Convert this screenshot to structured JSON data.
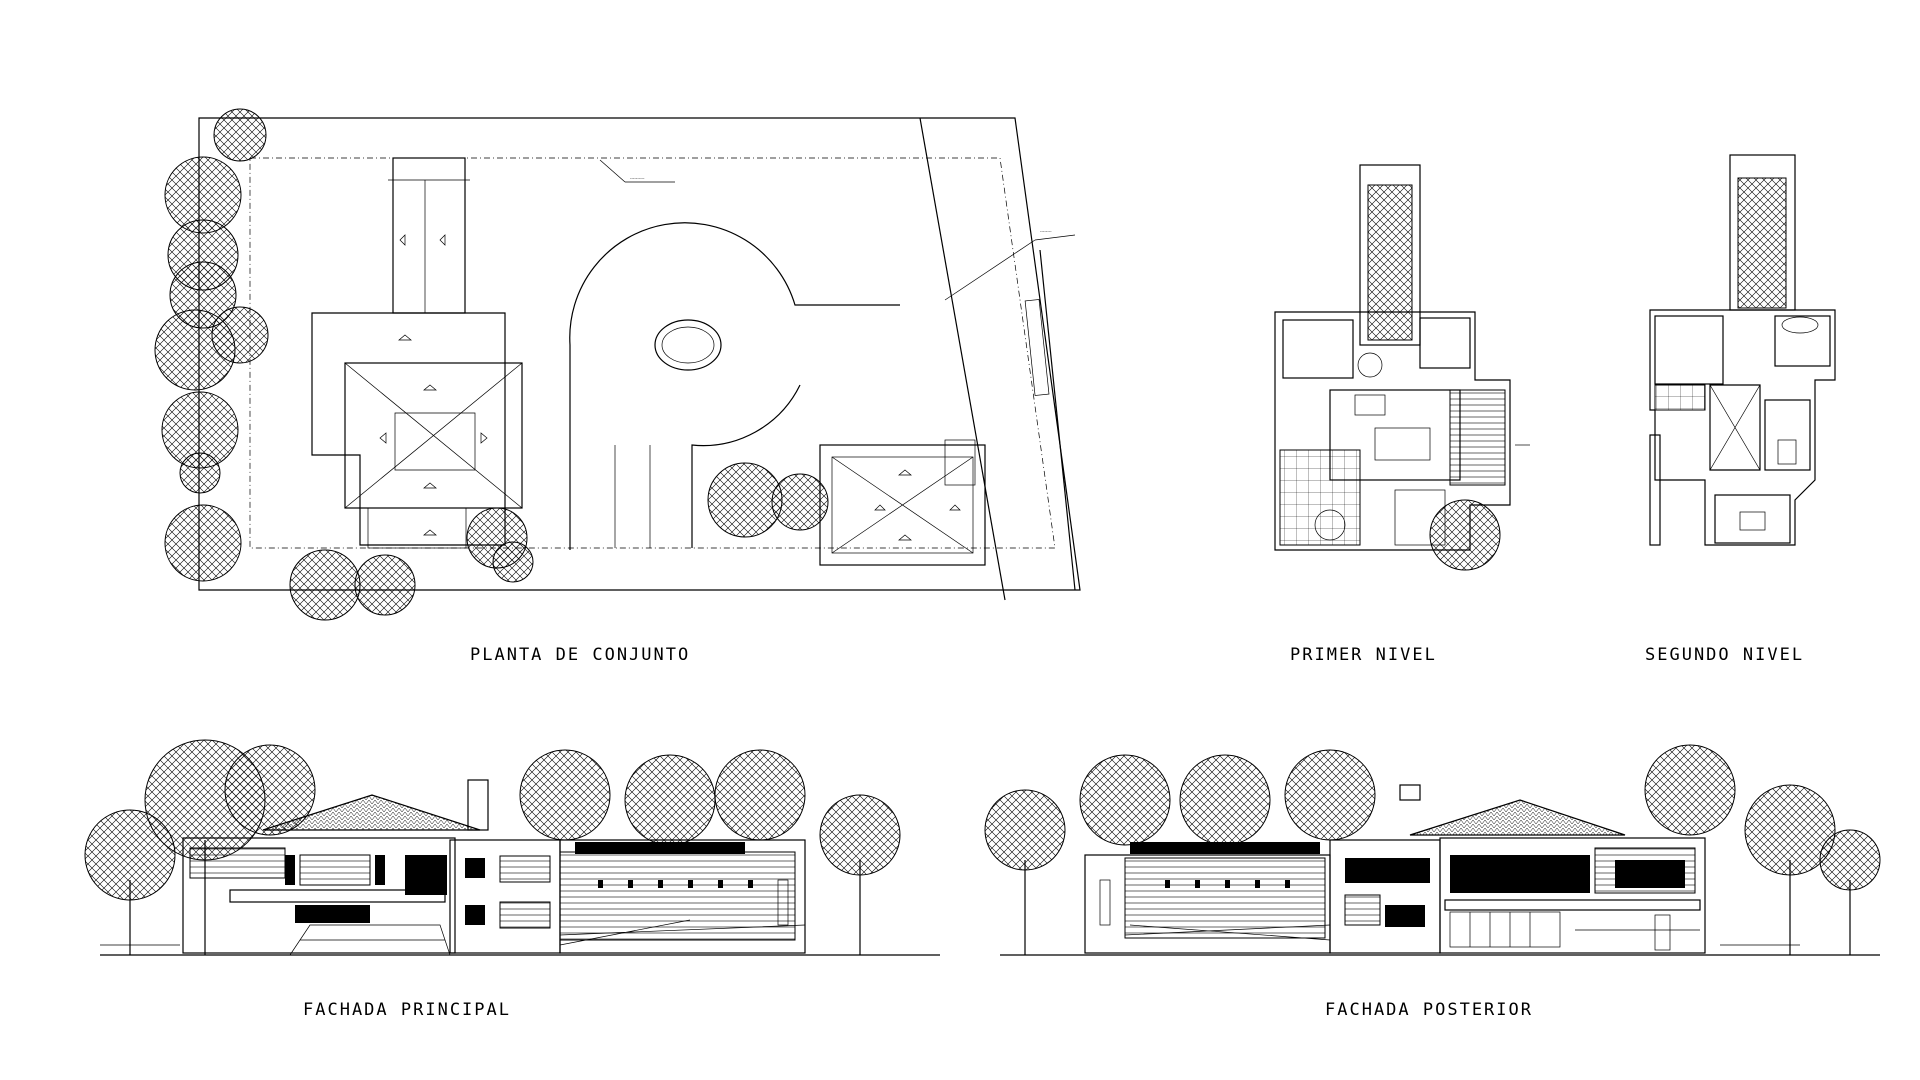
{
  "drawing": {
    "titles": {
      "site_plan": "PLANTA DE CONJUNTO",
      "first_floor": "PRIMER NIVEL",
      "second_floor": "SEGUNDO NIVEL",
      "front_facade": "FACHADA PRINCIPAL",
      "rear_facade": "FACHADA POSTERIOR"
    },
    "line_color": "#000000",
    "background_color": "#ffffff"
  }
}
